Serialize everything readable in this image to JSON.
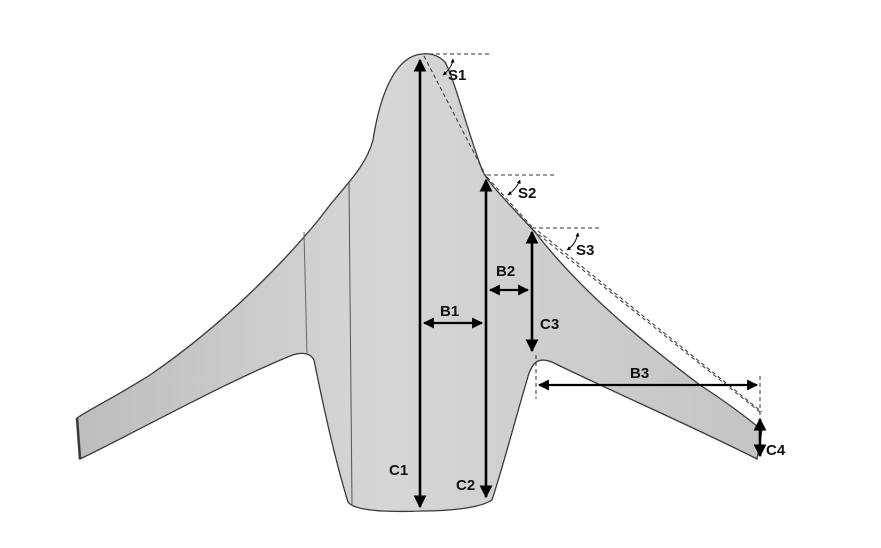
{
  "diagram": {
    "labels": {
      "c1": "C1",
      "c2": "C2",
      "c3": "C3",
      "c4": "C4",
      "b1": "B1",
      "b2": "B2",
      "b3": "B3",
      "s1": "S1",
      "s2": "S2",
      "s3": "S3"
    },
    "colors": {
      "body_fill": "#c8c8c8",
      "outline": "#3a3a3a",
      "dimension_line": "#000000",
      "guide_line": "#333333"
    }
  }
}
